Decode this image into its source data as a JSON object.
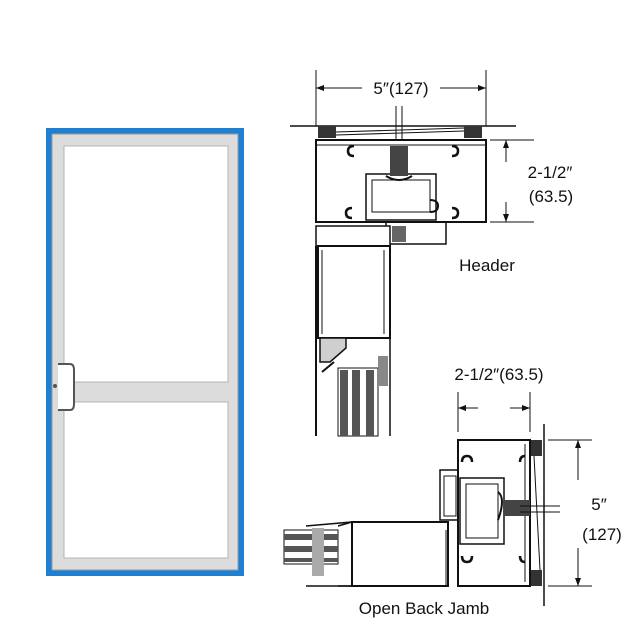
{
  "colors": {
    "frame_blue": "#1f7fd0",
    "frame_gray": "#dcdcdc",
    "line": "#111111",
    "panel": "#ffffff"
  },
  "header": {
    "width_dim": "5″(127)",
    "height_dim_imperial": "2-1/2″",
    "height_dim_metric": "(63.5)",
    "label": "Header"
  },
  "jamb": {
    "width_dim": "2-1/2″(63.5)",
    "height_dim_imperial": "5″",
    "height_dim_metric": "(127)",
    "label": "Open Back Jamb"
  }
}
